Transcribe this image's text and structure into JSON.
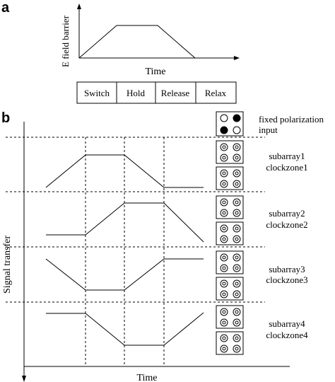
{
  "panel_a": {
    "letter": "a",
    "y_axis_label": "E field barrier",
    "x_axis_label": "Time",
    "phases": [
      "Switch",
      "Hold",
      "Release",
      "Relax"
    ]
  },
  "panel_b": {
    "letter": "b",
    "y_axis_label": "Signal transfer",
    "x_axis_label": "Time",
    "input_label_line1": "fixed polarization",
    "input_label_line2": "input",
    "zones": [
      {
        "line1": "subarray1",
        "line2": "clockzone1"
      },
      {
        "line1": "subarray2",
        "line2": "clockzone2"
      },
      {
        "line1": "subarray3",
        "line2": "clockzone3"
      },
      {
        "line1": "subarray4",
        "line2": "clockzone4"
      }
    ]
  }
}
